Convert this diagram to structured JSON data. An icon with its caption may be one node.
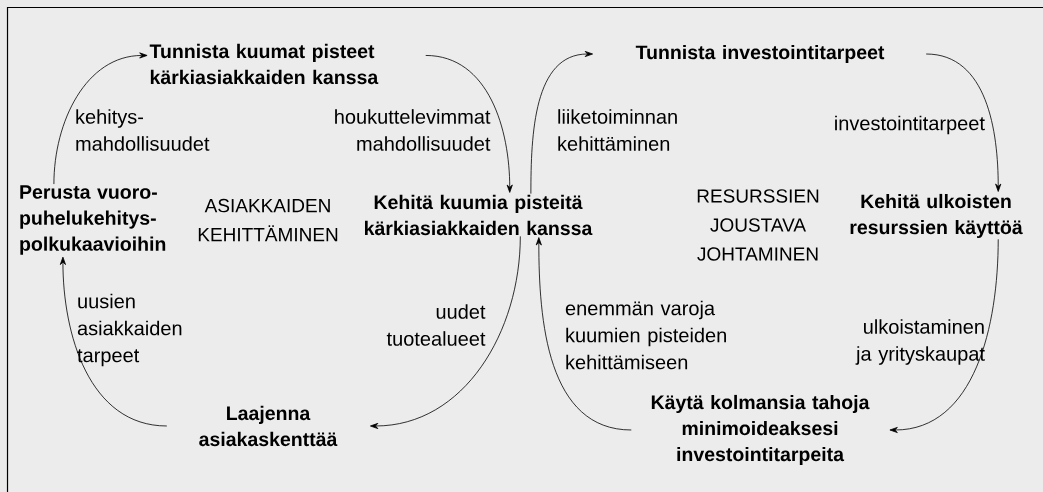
{
  "diagram": {
    "nodes": [
      {
        "text": [
          "Tunnista kuumat pisteet kärkiasiakkaiden kanssa"
        ]
      },
      {
        "text": [
          "Perusta vuoro- puhelukehitys- polkukaavioihin"
        ]
      },
      {
        "text": [
          "Kehitä kuumia pisteitä kärkiasiakkaiden kanssa"
        ]
      },
      {
        "text": [
          "Laajenna asiakaskenttää"
        ]
      },
      {
        "text": [
          "Tunnista investointitarpeet"
        ]
      },
      {
        "text": [
          "Kehitä ulkoisten resurssien käyttöä"
        ]
      },
      {
        "text": [
          "Käytä kolmansia tahoja minimoideaksesi investointitarpeita"
        ]
      }
    ],
    "edges": [
      {
        "from": 1,
        "to": 0,
        "arrow": "to",
        "label": "kehitys- mahdollisuudet"
      },
      {
        "from": 0,
        "to": 2,
        "arrow": "to",
        "label": "houkuttelevimmat mahdollisuudet"
      },
      {
        "from": 2,
        "to": 3,
        "arrow": "to",
        "label": "uudet tuotealueet"
      },
      {
        "from": 3,
        "to": 1,
        "arrow": "to",
        "label": "uusien asiakkaiden tarpeet"
      },
      {
        "from": 2,
        "to": 4,
        "arrow": "to",
        "label": "liiketoiminnan kehittäminen"
      },
      {
        "from": 4,
        "to": 5,
        "arrow": "to",
        "label": "investointitarpeet"
      },
      {
        "from": 5,
        "to": 6,
        "arrow": "to",
        "label": "ulkoistaminen ja yrityskaupat"
      },
      {
        "from": 6,
        "to": 2,
        "arrow": "to",
        "label": "enemmän varoja kuumien pisteiden kehittämiseen"
      }
    ],
    "labels": [
      "ASIAKKAIDEN KEHITTÄMINEN",
      "RESURSSIEN JOUSTAVA JOHTAMINEN"
    ]
  }
}
